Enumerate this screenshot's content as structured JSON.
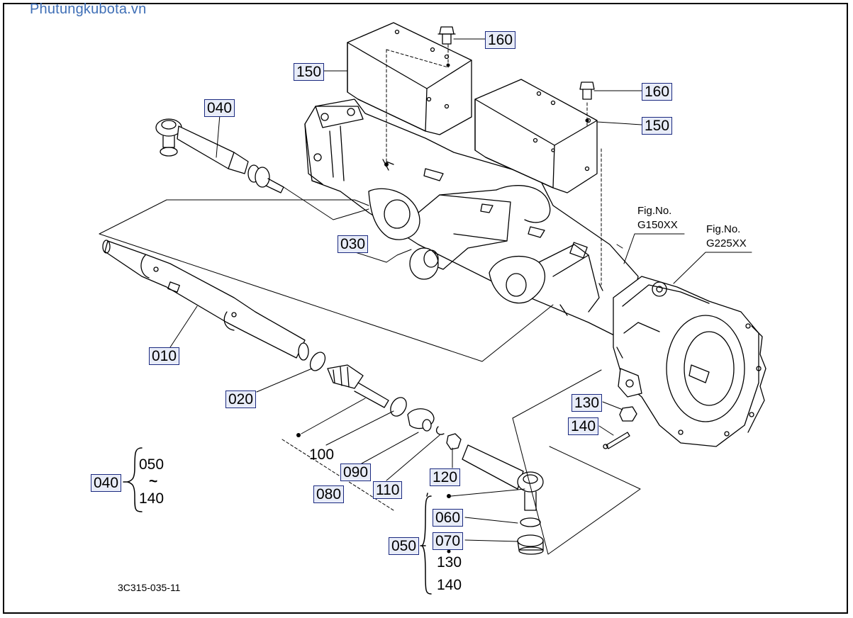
{
  "watermark": "Phutungkubota.vn",
  "drawing_code": "3C315-035-11",
  "fig_refs": [
    {
      "line1": "Fig.No.",
      "line2": "G150XX"
    },
    {
      "line1": "Fig.No.",
      "line2": "G225XX"
    }
  ],
  "callouts": {
    "c160a": "160",
    "c160b": "160",
    "c150a": "150",
    "c150b": "150",
    "c040": "040",
    "c030": "030",
    "c010": "010",
    "c020": "020",
    "c100": "100",
    "c090": "090",
    "c080": "080",
    "c110": "110",
    "c120": "120",
    "c130": "130",
    "c140": "140",
    "c060": "060",
    "c070": "070",
    "c050": "050"
  },
  "legend_040": {
    "label": "040",
    "top": "050",
    "tilde": "~",
    "bottom": "140"
  },
  "legend_050": {
    "label": "050",
    "item_a": "130",
    "item_b": "140"
  },
  "colors": {
    "ink": "#000000",
    "label_fill": "#e8ecf8",
    "label_border": "#1b2a80",
    "watermark": "#3f6fb6"
  }
}
